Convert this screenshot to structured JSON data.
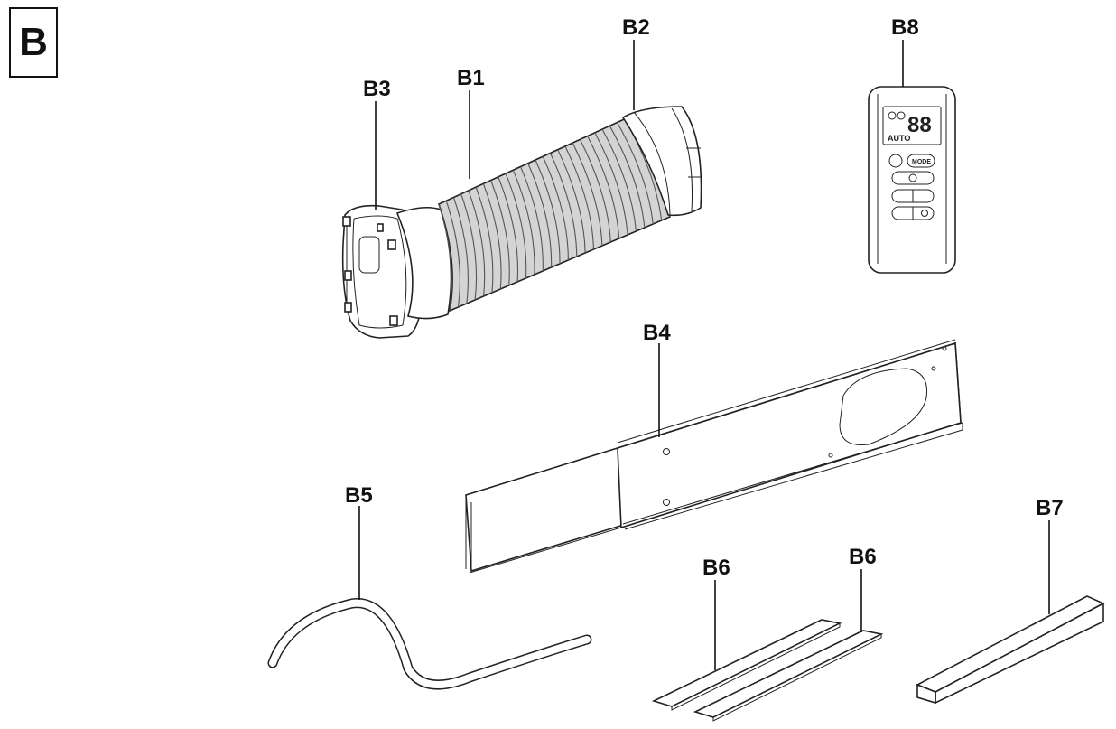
{
  "section": {
    "letter": "B"
  },
  "parts": {
    "b1": "B1",
    "b2": "B2",
    "b3": "B3",
    "b4": "B4",
    "b5": "B5",
    "b6_left": "B6",
    "b6_right": "B6",
    "b7": "B7",
    "b8": "B8"
  },
  "remote": {
    "mode_label": "MODE",
    "auto_label": "AUTO",
    "display_digits": "88"
  }
}
